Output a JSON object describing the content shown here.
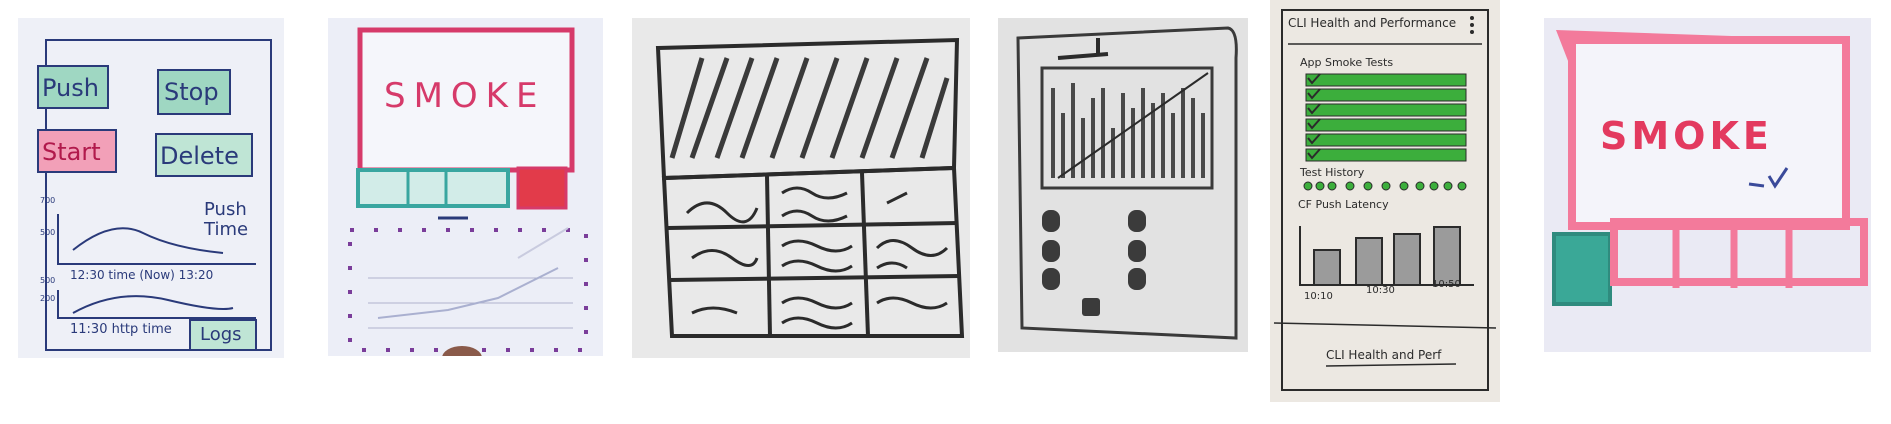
{
  "sketch1": {
    "push_label": "Push",
    "stop_label": "Stop",
    "start_label": "Start",
    "delete_label": "Delete",
    "push_time_label": "Push\nTime",
    "axis_left_top": "700",
    "axis_left_mid": "500",
    "axis_left_low": "500",
    "axis_left_bottom": "200",
    "time_axis_1": "12:30 time (Now) 13:20",
    "time_axis_2": "11:30 http time",
    "logs_label": "Logs",
    "colors": {
      "green": "#3bb58a",
      "pink": "#e7416d",
      "ink": "#2a3a7a"
    }
  },
  "sketch2": {
    "title": "SMOKE",
    "tab_labels": [
      "",
      "",
      ""
    ],
    "colors": {
      "pink": "#d63a6a",
      "teal": "#39a6a0",
      "red": "#e23b4a",
      "purple": "#7a3d9a"
    }
  },
  "sketch3": {
    "table_labels": []
  },
  "sketch4": {
    "title": ""
  },
  "sketch5": {
    "title": "CLI Health and Performance",
    "section1": "App Smoke Tests",
    "section2": "Test History",
    "section3": "CF Push Latency",
    "x_labels": [
      "10:10",
      "10:30",
      "10:50"
    ],
    "footer": "CLI Health and Perf",
    "colors": {
      "green": "#3cae3c"
    }
  },
  "sketch6": {
    "title": "SMOKE",
    "colors": {
      "pink": "#f37a9b",
      "teal": "#3aa897"
    }
  }
}
